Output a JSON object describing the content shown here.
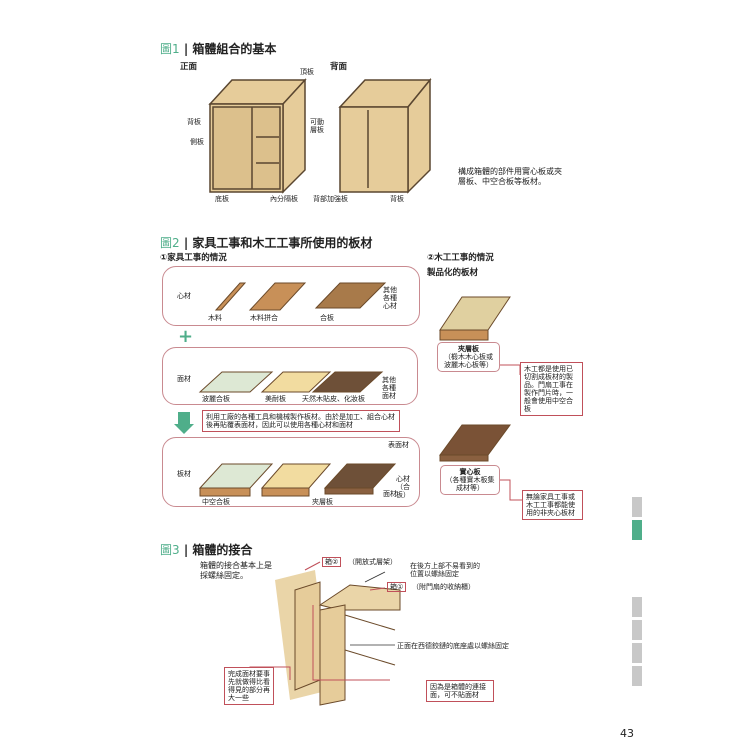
{
  "fig1": {
    "num": "圖1",
    "title": "箱體組合的基本",
    "front": "正面",
    "back": "背面",
    "labels": {
      "top": "頂板",
      "back_panel": "背板",
      "side": "側板",
      "shelf": "可動層板",
      "bottom": "底板",
      "divider": "內分隔板",
      "reinforce": "背部加強板",
      "back_panel2": "背板"
    },
    "caption": "構成箱體的部件用實心板或夾層板、中空合板等板材。"
  },
  "fig2": {
    "num": "圖2",
    "title": "家具工事和木工工事所使用的板材",
    "left_heading": "①家具工事的情況",
    "right_heading": "②木工工事的情況",
    "right_sub": "製品化的板材",
    "core": {
      "label": "心材",
      "items": [
        "木料",
        "木料拼合",
        "合板"
      ],
      "other": "其他各種心材"
    },
    "plus": "+",
    "face": {
      "label": "面材",
      "items": [
        "波麗合板",
        "美耐板",
        "天然木貼皮、化妝板"
      ],
      "other": "其他各種面材"
    },
    "process_note": "利用工廠的各種工具和機械製作板材。由於是加工、組合心材後再貼覆表面材，因此可以使用各種心材和面材",
    "board": {
      "label": "板材",
      "items": [
        "中空合板",
        "夾層板"
      ],
      "surface": "表面材",
      "core": "心材（合板）",
      "face": "面材"
    },
    "plywood": {
      "name": "夾層板",
      "desc": "（椴木木心板或波麗木心板等）",
      "note": "木工都是使用已切割成板材的製品。門扇工事在製作門片時，一般會使用中空合板"
    },
    "solid": {
      "name": "實心板",
      "desc": "（各種實木板集成材等）",
      "note": "無論家具工事或木工工事都能使用的非夾心板材"
    }
  },
  "fig3": {
    "num": "圖3",
    "title": "箱體的接合",
    "intro": "箱體的接合基本上是採螺絲固定。",
    "box2": "箱②",
    "box2_desc": "（開放式層架）",
    "box1": "箱①",
    "box1_desc": "（附門扇的收納櫃）",
    "hidden_screw": "在後方上部不易看到的位置以螺絲固定",
    "front_screw": "正面在西德鉸鏈的底座處以螺絲固定",
    "face_note": "完成面材要事先就做得比看得見的部分再大一些",
    "joint_note": "因為是箱體的連接面，可不貼面材"
  },
  "page_number": "43",
  "colors": {
    "accent": "#4fae8a",
    "wood": "#e6cc9a",
    "frame": "#c0505a"
  }
}
